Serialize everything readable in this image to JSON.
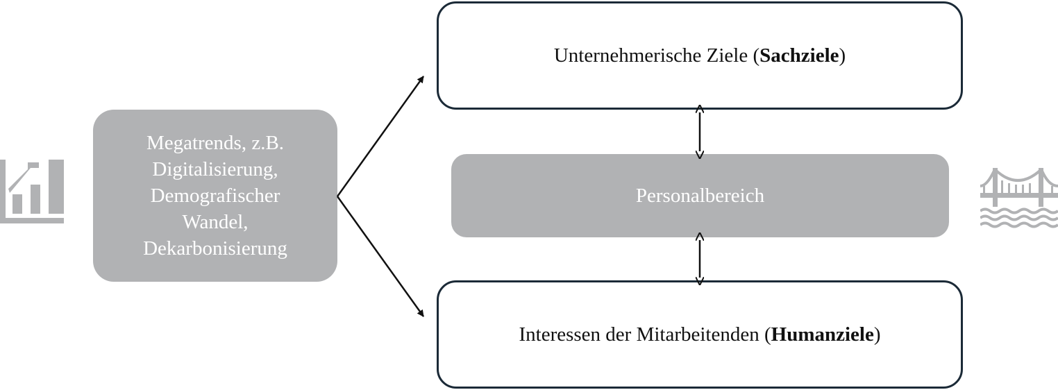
{
  "megatrends": {
    "lines": [
      "Megatrends, z.B.",
      "Digitalisierung,",
      "Demografischer",
      "Wandel,",
      "Dekarbonisierung"
    ]
  },
  "personal": {
    "label": "Personalbereich"
  },
  "sachziele": {
    "prefix": "Unternehmerische Ziele (",
    "bold": "Sachziele",
    "suffix": ")"
  },
  "humanziele": {
    "prefix": "Interessen der Mitarbeitenden (",
    "bold": "Humanziele",
    "suffix": ")"
  },
  "icons": {
    "left": "growth-chart-icon",
    "right": "bridge-icon"
  },
  "colors": {
    "box_gray": "#b1b2b4",
    "box_border": "#1b2a37",
    "icon_gray": "#b1b2b4",
    "arrow": "#111111"
  }
}
